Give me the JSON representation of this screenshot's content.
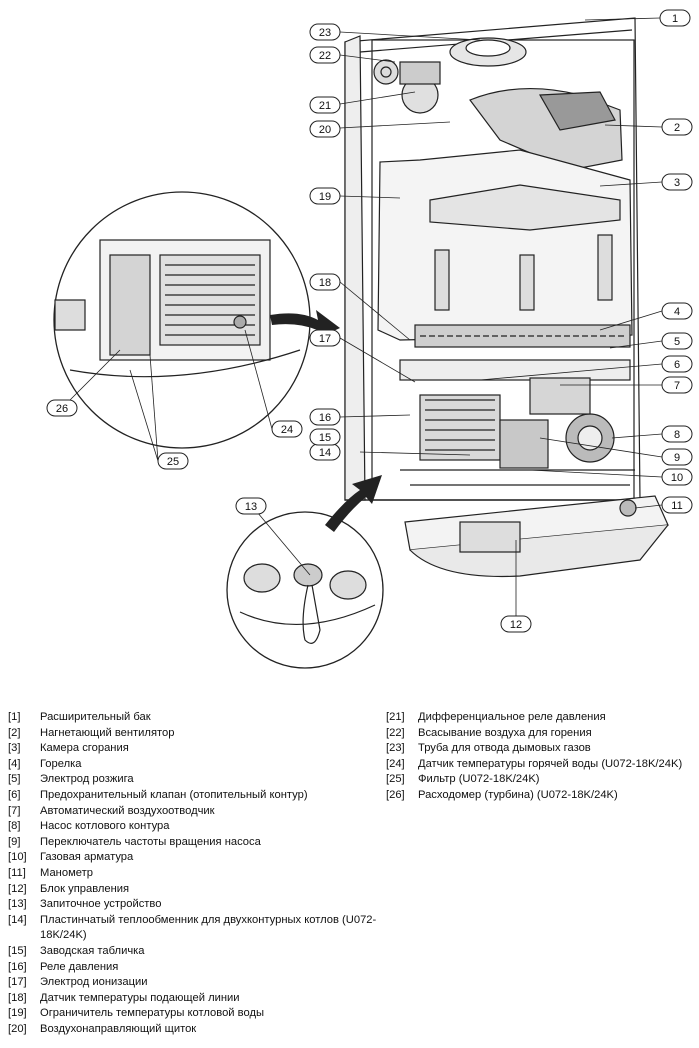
{
  "callouts": {
    "n1": "1",
    "n2": "2",
    "n3": "3",
    "n4": "4",
    "n5": "5",
    "n6": "6",
    "n7": "7",
    "n8": "8",
    "n9": "9",
    "n10": "10",
    "n11": "11",
    "n12": "12",
    "n13": "13",
    "n14": "14",
    "n15": "15",
    "n16": "16",
    "n17": "17",
    "n18": "18",
    "n19": "19",
    "n20": "20",
    "n21": "21",
    "n22": "22",
    "n23": "23",
    "n24": "24",
    "n25": "25",
    "n26": "26"
  },
  "legend": {
    "left": [
      {
        "num": "[1]",
        "text": "Расширительный бак"
      },
      {
        "num": "[2]",
        "text": "Нагнетающий вентилятор"
      },
      {
        "num": "[3]",
        "text": "Камера сгорания"
      },
      {
        "num": "[4]",
        "text": "Горелка"
      },
      {
        "num": "[5]",
        "text": "Электрод розжига"
      },
      {
        "num": "[6]",
        "text": "Предохранительный клапан (отопительный контур)"
      },
      {
        "num": "[7]",
        "text": "Автоматический воздухоотводчик"
      },
      {
        "num": "[8]",
        "text": "Насос котлового контура"
      },
      {
        "num": "[9]",
        "text": "Переключатель частоты вращения насоса"
      },
      {
        "num": "[10]",
        "text": "Газовая арматура"
      },
      {
        "num": "[11]",
        "text": "Манометр"
      },
      {
        "num": "[12]",
        "text": "Блок управления"
      },
      {
        "num": "[13]",
        "text": "Запиточное устройство"
      },
      {
        "num": "[14]",
        "text": "Пластинчатый теплообменник для двухконтурных котлов (U072-18K/24K)"
      },
      {
        "num": "[15]",
        "text": "Заводская табличка"
      },
      {
        "num": "[16]",
        "text": "Реле давления"
      },
      {
        "num": "[17]",
        "text": "Электрод ионизации"
      },
      {
        "num": "[18]",
        "text": "Датчик температуры подающей линии"
      },
      {
        "num": "[19]",
        "text": "Ограничитель температуры котловой воды"
      },
      {
        "num": "[20]",
        "text": "Воздухонаправляющий щиток"
      }
    ],
    "right": [
      {
        "num": "[21]",
        "text": "Дифференциальное реле давления"
      },
      {
        "num": "[22]",
        "text": "Всасывание воздуха для горения"
      },
      {
        "num": "[23]",
        "text": "Труба для отвода дымовых газов"
      },
      {
        "num": "[24]",
        "text": "Датчик температуры горячей воды (U072-18K/24K)"
      },
      {
        "num": "[25]",
        "text": "Фильтр (U072-18K/24K)"
      },
      {
        "num": "[26]",
        "text": "Расходомер (турбина) (U072-18K/24K)"
      }
    ]
  }
}
